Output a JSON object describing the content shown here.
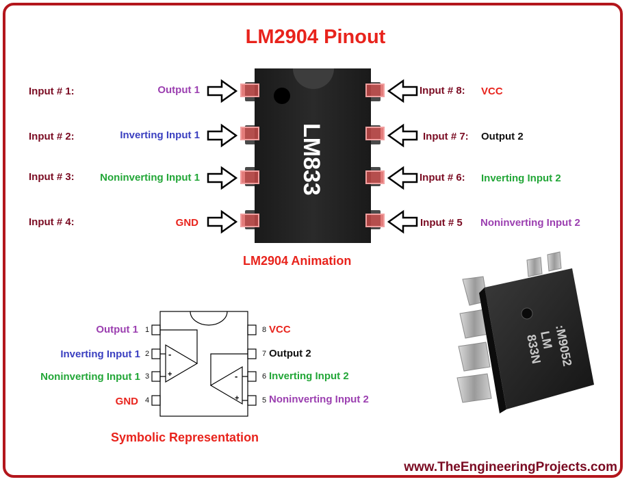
{
  "title": "LM2904 Pinout",
  "chip": {
    "marking": "LM833"
  },
  "animation_caption": "LM2904 Animation",
  "left_pins": [
    {
      "pin_label": "Input # 1:",
      "function": "Output 1"
    },
    {
      "pin_label": "Input # 2:",
      "function": "Inverting Input 1"
    },
    {
      "pin_label": "Input # 3:",
      "function": "Noninverting Input 1"
    },
    {
      "pin_label": "Input # 4:",
      "function": "GND"
    }
  ],
  "right_pins": [
    {
      "pin_label": "Input # 8:",
      "function": "VCC"
    },
    {
      "pin_label": "Input # 7:",
      "function": "Output 2"
    },
    {
      "pin_label": "Input # 6:",
      "function": "Inverting Input 2"
    },
    {
      "pin_label": "Input # 5",
      "function": "Noninverting Input 2"
    }
  ],
  "symbol": {
    "caption": "Symbolic Representation",
    "left": [
      {
        "num": "1",
        "label": "Output 1"
      },
      {
        "num": "2",
        "label": "Inverting Input 1"
      },
      {
        "num": "3",
        "label": "Noninverting Input 1"
      },
      {
        "num": "4",
        "label": "GND"
      }
    ],
    "right": [
      {
        "num": "8",
        "label": "VCC"
      },
      {
        "num": "7",
        "label": "Output 2"
      },
      {
        "num": "6",
        "label": "Inverting Input 2"
      },
      {
        "num": "5",
        "label": "Noninverting Input 2"
      }
    ],
    "minus": "-",
    "plus": "+"
  },
  "photo": {
    "line1": "LM",
    "line2": "833N",
    "line3": ":M9052"
  },
  "footer": "www.TheEngineeringProjects.com",
  "colors": {
    "frame": "#b3161c",
    "title": "#e8231c",
    "pin_label": "#7a0b22",
    "output": "#9b3fb0",
    "inverting": "#3a3fc0",
    "noninverting": "#22a637",
    "pad": "#e86a6a"
  }
}
